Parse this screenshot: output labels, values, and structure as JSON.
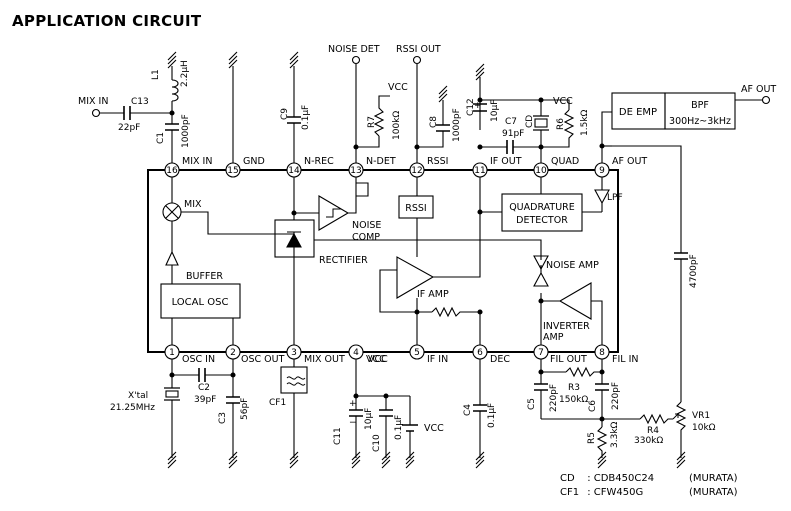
{
  "title": "APPLICATION CIRCUIT",
  "pins": [
    {
      "num": "16",
      "name": "MIX IN"
    },
    {
      "num": "15",
      "name": "GND"
    },
    {
      "num": "14",
      "name": "N-REC"
    },
    {
      "num": "13",
      "name": "N-DET"
    },
    {
      "num": "12",
      "name": "RSSI"
    },
    {
      "num": "11",
      "name": "IF OUT"
    },
    {
      "num": "10",
      "name": "QUAD"
    },
    {
      "num": "9",
      "name": "AF OUT"
    },
    {
      "num": "1",
      "name": "OSC IN"
    },
    {
      "num": "2",
      "name": "OSC OUT"
    },
    {
      "num": "3",
      "name": "MIX OUT"
    },
    {
      "num": "4",
      "name": "VCC"
    },
    {
      "num": "5",
      "name": "IF IN"
    },
    {
      "num": "6",
      "name": "DEC"
    },
    {
      "num": "7",
      "name": "FIL OUT"
    },
    {
      "num": "8",
      "name": "FIL IN"
    }
  ],
  "blocks": {
    "mix": "MIX",
    "buffer": "BUFFER",
    "local_osc": "LOCAL OSC",
    "rectifier": "RECTIFIER",
    "noise_comp_1": "NOISE",
    "noise_comp_2": "COMP",
    "rssi": "RSSI",
    "if_amp": "IF  AMP",
    "quad_det_1": "QUADRATURE",
    "quad_det_2": "DETECTOR",
    "lpf": "LPF",
    "noise_amp": "NOISE AMP",
    "inverter_amp_1": "INVERTER",
    "inverter_amp_2": "AMP",
    "de_emp": "DE EMP",
    "bpf": "BPF",
    "bpf_range": "300Hz~3kHz"
  },
  "terminals": {
    "mix_in": "MIX IN",
    "noise_det": "NOISE DET",
    "rssi_out": "RSSI OUT",
    "af_out": "AF OUT",
    "vcc": "VCC"
  },
  "components": [
    {
      "ref": "L1",
      "value": "2.2μH"
    },
    {
      "ref": "C13",
      "value": "22pF"
    },
    {
      "ref": "C1",
      "value": "1000pF"
    },
    {
      "ref": "C9",
      "value": "0.1μF"
    },
    {
      "ref": "R7",
      "value": "100kΩ"
    },
    {
      "ref": "C8",
      "value": "1000pF"
    },
    {
      "ref": "C12",
      "value": "10μF"
    },
    {
      "ref": "C7",
      "value": "91pF"
    },
    {
      "ref": "CD",
      "value": ""
    },
    {
      "ref": "R6",
      "value": "1.5kΩ"
    },
    {
      "ref": "X'tal",
      "value": "21.25MHz"
    },
    {
      "ref": "C2",
      "value": "39pF"
    },
    {
      "ref": "C3",
      "value": "56pF"
    },
    {
      "ref": "CF1",
      "value": ""
    },
    {
      "ref": "C11",
      "value": "10μF"
    },
    {
      "ref": "C10",
      "value": "0.1μF"
    },
    {
      "ref": "C4",
      "value": "0.1μF"
    },
    {
      "ref": "C5",
      "value": "220pF"
    },
    {
      "ref": "R3",
      "value": "150kΩ"
    },
    {
      "ref": "C6",
      "value": "220pF"
    },
    {
      "ref": "R5",
      "value": "3.3kΩ"
    },
    {
      "ref": "R4",
      "value": "330kΩ"
    },
    {
      "ref": "VR1",
      "value": "10kΩ"
    },
    {
      "ref": "",
      "value": "4700pF"
    }
  ],
  "notes": [
    {
      "ref": "CD",
      "sep": ":",
      "part": "CDB450C24",
      "maker": "(MURATA)"
    },
    {
      "ref": "CF1",
      "sep": ":",
      "part": "CFW450G",
      "maker": "(MURATA)"
    }
  ]
}
